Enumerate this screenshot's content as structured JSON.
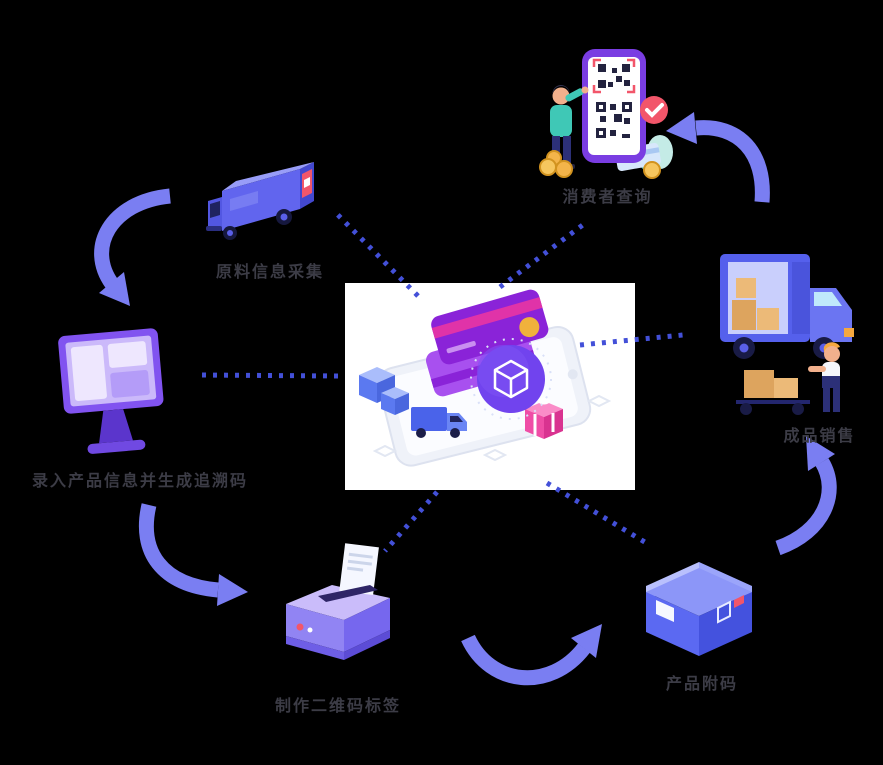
{
  "diagram": {
    "background": "#000000",
    "colors": {
      "arrow": "#7a7ef2",
      "dotted_connector": "#4350d8",
      "label_text": "#3c3c46",
      "center_card_bg": "#ffffff"
    },
    "nodes": [
      {
        "id": "raw-material-collection",
        "label": "原料信息采集"
      },
      {
        "id": "product-info-entry",
        "label": "录入产品信息并生成追溯码"
      },
      {
        "id": "qr-label-printing",
        "label": "制作二维码标签"
      },
      {
        "id": "product-code-attach",
        "label": "产品附码"
      },
      {
        "id": "finished-product-sales",
        "label": "成品销售"
      },
      {
        "id": "consumer-query",
        "label": "消费者查询"
      }
    ]
  }
}
